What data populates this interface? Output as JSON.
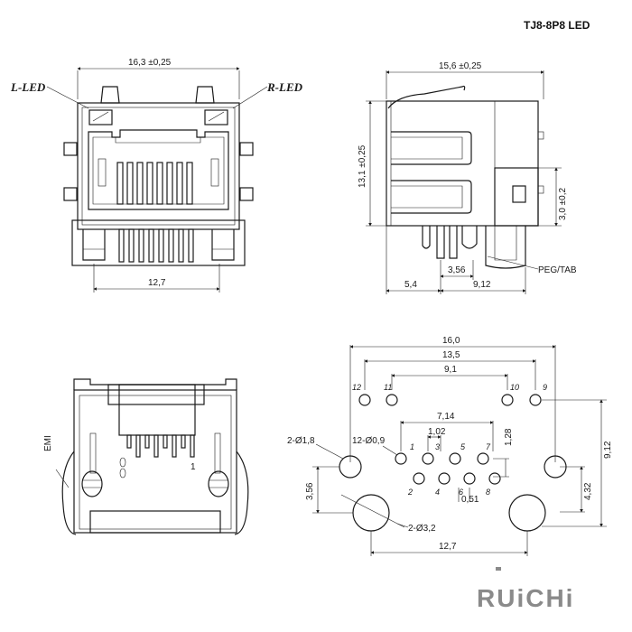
{
  "title": "TJ8-8P8 LED",
  "brand": "RUiCHi",
  "front_view": {
    "width_dim": "16,3 ±0,25",
    "bottom_dim": "12,7",
    "led_left": "L-LED",
    "led_right": "R-LED"
  },
  "side_view": {
    "depth_dim": "15,6 ±0,25",
    "height_dim": "13,1 ±0,25",
    "peg_height_dim": "3,0 ±0,2",
    "pitch_dim": "3,56",
    "left_dim": "5,4",
    "right_dim": "9,12",
    "peg_label": "PEG/TAB"
  },
  "back_view": {
    "emi_label": "EMI",
    "pin1_label": "1"
  },
  "footprint": {
    "overall_width": "16,0",
    "led_outer": "13,5",
    "led_inner": "9,1",
    "pin_span": "7,14",
    "pin_pitch": "1,02",
    "row_offset": "1,28",
    "height_total": "9,12",
    "height_peg": "4,32",
    "peg_offset": "3,56",
    "pin_spacing": "0,51",
    "peg_spacing": "12,7",
    "peg_hole_label": "2-Ø3,2",
    "small_hole_label": "2-Ø1,8",
    "pin_hole_label": "12-Ø0,9",
    "led_pins": [
      "12",
      "11",
      "10",
      "9"
    ],
    "top_pins": [
      "1",
      "3",
      "5",
      "7"
    ],
    "bottom_pins": [
      "2",
      "4",
      "6",
      "8"
    ]
  }
}
